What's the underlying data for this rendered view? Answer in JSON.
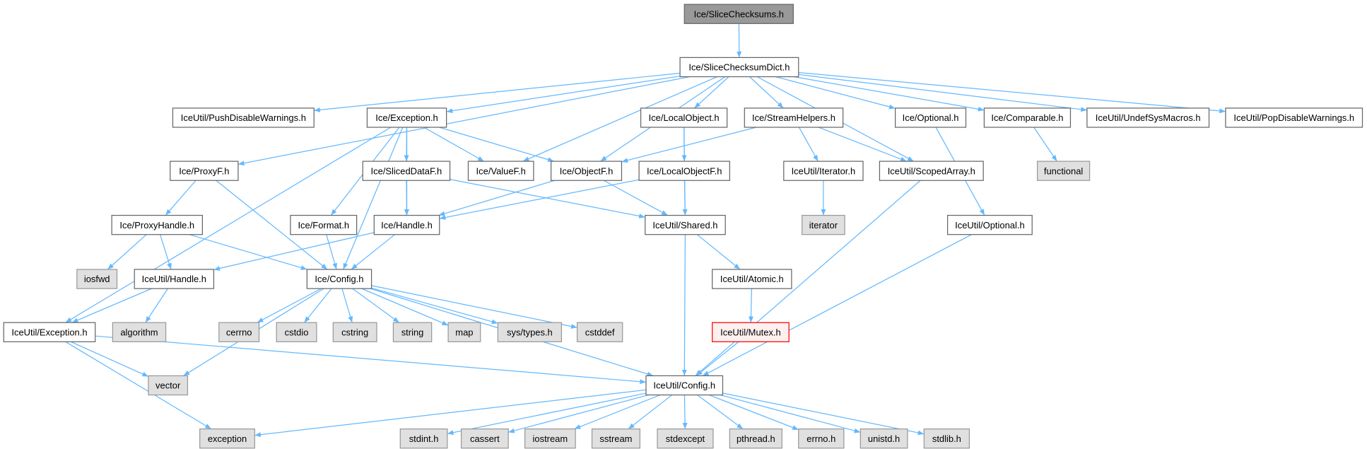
{
  "title": "Ice/SliceChecksums.h",
  "colors": {
    "edge": "#63b8ff",
    "root_fill": "#999999",
    "node_border": "#666666",
    "system_fill": "#e0e0e0",
    "system_border": "#999999",
    "error_border": "#ff0000",
    "error_fill": "#fff0f0"
  },
  "nodes": {
    "checksums": {
      "label": "Ice/SliceChecksums.h",
      "kind": "root"
    },
    "dict": {
      "label": "Ice/SliceChecksumDict.h",
      "kind": "file"
    },
    "pushdis": {
      "label": "IceUtil/PushDisableWarnings.h",
      "kind": "file"
    },
    "exception": {
      "label": "Ice/Exception.h",
      "kind": "file"
    },
    "localobject": {
      "label": "Ice/LocalObject.h",
      "kind": "file"
    },
    "streamhelpers": {
      "label": "Ice/StreamHelpers.h",
      "kind": "file"
    },
    "optional": {
      "label": "Ice/Optional.h",
      "kind": "file"
    },
    "comparable": {
      "label": "Ice/Comparable.h",
      "kind": "file"
    },
    "undefsys": {
      "label": "IceUtil/UndefSysMacros.h",
      "kind": "file"
    },
    "popdis": {
      "label": "IceUtil/PopDisableWarnings.h",
      "kind": "file"
    },
    "proxyf": {
      "label": "Ice/ProxyF.h",
      "kind": "file"
    },
    "sliceddataf": {
      "label": "Ice/SlicedDataF.h",
      "kind": "file"
    },
    "valuef": {
      "label": "Ice/ValueF.h",
      "kind": "file"
    },
    "objectf": {
      "label": "Ice/ObjectF.h",
      "kind": "file"
    },
    "localobjectf": {
      "label": "Ice/LocalObjectF.h",
      "kind": "file"
    },
    "iterator_h": {
      "label": "IceUtil/Iterator.h",
      "kind": "file"
    },
    "scopedarray": {
      "label": "IceUtil/ScopedArray.h",
      "kind": "file"
    },
    "functional": {
      "label": "functional",
      "kind": "system"
    },
    "proxyhandle": {
      "label": "Ice/ProxyHandle.h",
      "kind": "file"
    },
    "format": {
      "label": "Ice/Format.h",
      "kind": "file"
    },
    "handle": {
      "label": "Ice/Handle.h",
      "kind": "file"
    },
    "shared": {
      "label": "IceUtil/Shared.h",
      "kind": "file"
    },
    "iterator": {
      "label": "iterator",
      "kind": "system"
    },
    "iuoptional": {
      "label": "IceUtil/Optional.h",
      "kind": "file"
    },
    "iosfwd": {
      "label": "iosfwd",
      "kind": "system"
    },
    "iuhandle": {
      "label": "IceUtil/Handle.h",
      "kind": "file"
    },
    "config": {
      "label": "Ice/Config.h",
      "kind": "file"
    },
    "atomic": {
      "label": "IceUtil/Atomic.h",
      "kind": "file"
    },
    "iuexception": {
      "label": "IceUtil/Exception.h",
      "kind": "file"
    },
    "algorithm": {
      "label": "algorithm",
      "kind": "system"
    },
    "cerrno": {
      "label": "cerrno",
      "kind": "system"
    },
    "cstdio": {
      "label": "cstdio",
      "kind": "system"
    },
    "cstring": {
      "label": "cstring",
      "kind": "system"
    },
    "string": {
      "label": "string",
      "kind": "system"
    },
    "map": {
      "label": "map",
      "kind": "system"
    },
    "systypes": {
      "label": "sys/types.h",
      "kind": "system"
    },
    "cstddef": {
      "label": "cstddef",
      "kind": "system"
    },
    "mutex": {
      "label": "IceUtil/Mutex.h",
      "kind": "error"
    },
    "vector": {
      "label": "vector",
      "kind": "system"
    },
    "iuconfig": {
      "label": "IceUtil/Config.h",
      "kind": "file"
    },
    "exceptionstd": {
      "label": "exception",
      "kind": "system"
    },
    "stdint": {
      "label": "stdint.h",
      "kind": "system"
    },
    "cassert": {
      "label": "cassert",
      "kind": "system"
    },
    "iostream": {
      "label": "iostream",
      "kind": "system"
    },
    "sstream": {
      "label": "sstream",
      "kind": "system"
    },
    "stdexcept": {
      "label": "stdexcept",
      "kind": "system"
    },
    "pthread": {
      "label": "pthread.h",
      "kind": "system"
    },
    "errno": {
      "label": "errno.h",
      "kind": "system"
    },
    "unistd": {
      "label": "unistd.h",
      "kind": "system"
    },
    "stdlib": {
      "label": "stdlib.h",
      "kind": "system"
    }
  },
  "edges": [
    [
      "checksums",
      "dict"
    ],
    [
      "dict",
      "pushdis"
    ],
    [
      "dict",
      "exception"
    ],
    [
      "dict",
      "proxyf"
    ],
    [
      "dict",
      "valuef"
    ],
    [
      "dict",
      "objectf"
    ],
    [
      "dict",
      "localobject"
    ],
    [
      "dict",
      "streamhelpers"
    ],
    [
      "dict",
      "scopedarray"
    ],
    [
      "dict",
      "optional"
    ],
    [
      "dict",
      "comparable"
    ],
    [
      "dict",
      "undefsys"
    ],
    [
      "dict",
      "popdis"
    ],
    [
      "exception",
      "iuexception"
    ],
    [
      "exception",
      "config"
    ],
    [
      "exception",
      "format"
    ],
    [
      "exception",
      "handle"
    ],
    [
      "exception",
      "sliceddataf"
    ],
    [
      "exception",
      "valuef"
    ],
    [
      "exception",
      "objectf"
    ],
    [
      "localobject",
      "localobjectf"
    ],
    [
      "localobject",
      "shared"
    ],
    [
      "streamhelpers",
      "objectf"
    ],
    [
      "streamhelpers",
      "iterator_h"
    ],
    [
      "streamhelpers",
      "scopedarray"
    ],
    [
      "optional",
      "iuoptional"
    ],
    [
      "comparable",
      "functional"
    ],
    [
      "proxyf",
      "proxyhandle"
    ],
    [
      "proxyf",
      "config"
    ],
    [
      "sliceddataf",
      "handle"
    ],
    [
      "sliceddataf",
      "shared"
    ],
    [
      "objectf",
      "handle"
    ],
    [
      "objectf",
      "shared"
    ],
    [
      "localobjectf",
      "handle"
    ],
    [
      "localobjectf",
      "shared"
    ],
    [
      "iterator_h",
      "iterator"
    ],
    [
      "scopedarray",
      "iuconfig"
    ],
    [
      "proxyhandle",
      "iosfwd"
    ],
    [
      "proxyhandle",
      "iuhandle"
    ],
    [
      "proxyhandle",
      "config"
    ],
    [
      "format",
      "config"
    ],
    [
      "handle",
      "iuhandle"
    ],
    [
      "handle",
      "config"
    ],
    [
      "shared",
      "atomic"
    ],
    [
      "shared",
      "iuconfig"
    ],
    [
      "iuoptional",
      "iuconfig"
    ],
    [
      "iuhandle",
      "iuexception"
    ],
    [
      "iuhandle",
      "algorithm"
    ],
    [
      "config",
      "vector"
    ],
    [
      "config",
      "cerrno"
    ],
    [
      "config",
      "cstdio"
    ],
    [
      "config",
      "cstring"
    ],
    [
      "config",
      "string"
    ],
    [
      "config",
      "map"
    ],
    [
      "config",
      "systypes"
    ],
    [
      "config",
      "cstddef"
    ],
    [
      "config",
      "iuconfig"
    ],
    [
      "atomic",
      "mutex"
    ],
    [
      "mutex",
      "iuconfig"
    ],
    [
      "iuexception",
      "vector"
    ],
    [
      "iuexception",
      "exceptionstd"
    ],
    [
      "iuexception",
      "iuconfig"
    ],
    [
      "iuconfig",
      "exceptionstd"
    ],
    [
      "iuconfig",
      "stdint"
    ],
    [
      "iuconfig",
      "cassert"
    ],
    [
      "iuconfig",
      "iostream"
    ],
    [
      "iuconfig",
      "sstream"
    ],
    [
      "iuconfig",
      "stdexcept"
    ],
    [
      "iuconfig",
      "pthread"
    ],
    [
      "iuconfig",
      "errno"
    ],
    [
      "iuconfig",
      "unistd"
    ],
    [
      "iuconfig",
      "stdlib"
    ]
  ]
}
